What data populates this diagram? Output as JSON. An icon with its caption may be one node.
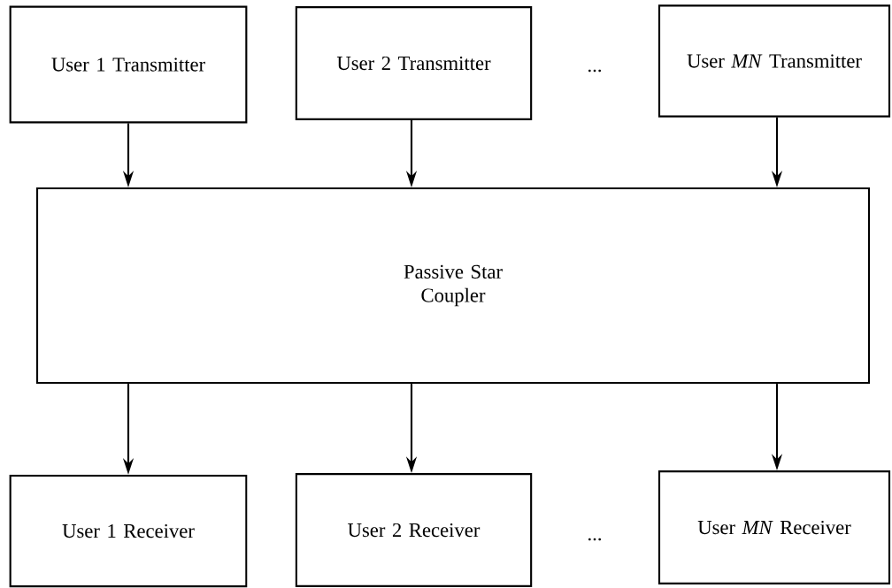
{
  "diagram": {
    "nodes": [
      {
        "text": [
          "User 1 Transmitter"
        ]
      },
      {
        "text": [
          "User 2 Transmitter"
        ]
      },
      {
        "text": [
          "User *MN* Transmitter"
        ]
      },
      {
        "text": [
          "Passive Star Coupler"
        ]
      },
      {
        "text": [
          "User 1 Receiver"
        ]
      },
      {
        "text": [
          "User 2 Receiver"
        ]
      },
      {
        "text": [
          "User *MN* Receiver"
        ]
      }
    ],
    "edges": [
      {
        "from": 0,
        "to": 3,
        "arrow": "to"
      },
      {
        "from": 1,
        "to": 3,
        "arrow": "to"
      },
      {
        "from": 2,
        "to": 3,
        "arrow": "to"
      },
      {
        "from": 3,
        "to": 4,
        "arrow": "to"
      },
      {
        "from": 3,
        "to": 5,
        "arrow": "to"
      },
      {
        "from": 3,
        "to": 6,
        "arrow": "to"
      }
    ],
    "labels": [
      "...",
      "..."
    ]
  }
}
